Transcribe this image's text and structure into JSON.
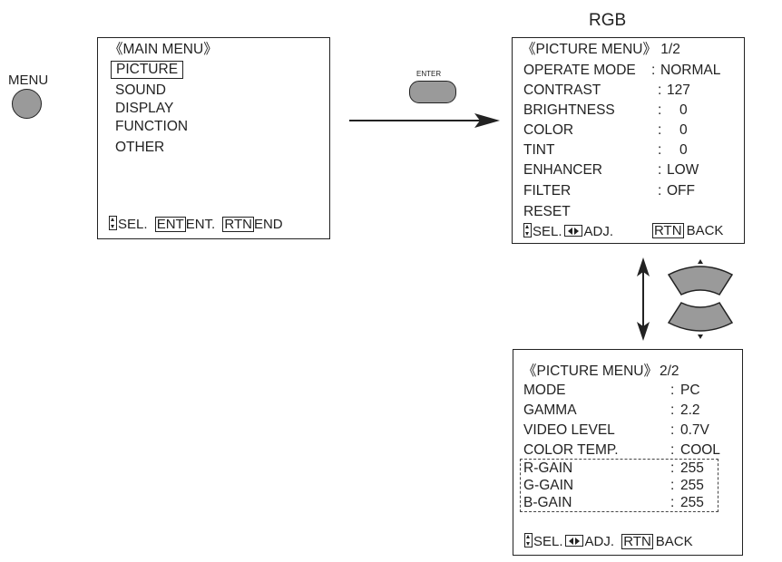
{
  "colors": {
    "button_fill": "#9a9a9a",
    "line": "#222222"
  },
  "menu_label": "MENU",
  "enter_label": "ENTER",
  "rgb_label": "RGB",
  "main_menu": {
    "title": "《MAIN MENU》",
    "items": [
      "PICTURE",
      "SOUND",
      "DISPLAY",
      "FUNCTION",
      "OTHER"
    ],
    "selected": "PICTURE",
    "footer": {
      "sel": "SEL.",
      "ent_key": "ENT",
      "ent": "ENT.",
      "rtn_key": "RTN",
      "end": "END"
    }
  },
  "picture_menu_1": {
    "title": "《PICTURE MENU》",
    "page": "1/2",
    "rows": [
      {
        "label": "OPERATE MODE",
        "value": "NORMAL"
      },
      {
        "label": "CONTRAST",
        "value": "127"
      },
      {
        "label": "BRIGHTNESS",
        "value": "0"
      },
      {
        "label": "COLOR",
        "value": "0"
      },
      {
        "label": "TINT",
        "value": "0"
      },
      {
        "label": "ENHANCER",
        "value": "LOW"
      },
      {
        "label": "FILTER",
        "value": "OFF"
      }
    ],
    "reset": "RESET",
    "footer": {
      "sel": "SEL.",
      "adj": "ADJ.",
      "rtn_key": "RTN",
      "back": "BACK"
    }
  },
  "picture_menu_2": {
    "title": "《PICTURE MENU》",
    "page": "2/2",
    "rows": [
      {
        "label": "MODE",
        "value": "PC"
      },
      {
        "label": "GAMMA",
        "value": "2.2"
      },
      {
        "label": "VIDEO LEVEL",
        "value": "0.7V"
      },
      {
        "label": "COLOR TEMP.",
        "value": "COOL"
      },
      {
        "label": "R-GAIN",
        "value": "255"
      },
      {
        "label": "G-GAIN",
        "value": "255"
      },
      {
        "label": "B-GAIN",
        "value": "255"
      }
    ],
    "footer": {
      "sel": "SEL.",
      "adj": "ADJ.",
      "rtn_key": "RTN",
      "back": "BACK"
    }
  },
  "separator": ":"
}
